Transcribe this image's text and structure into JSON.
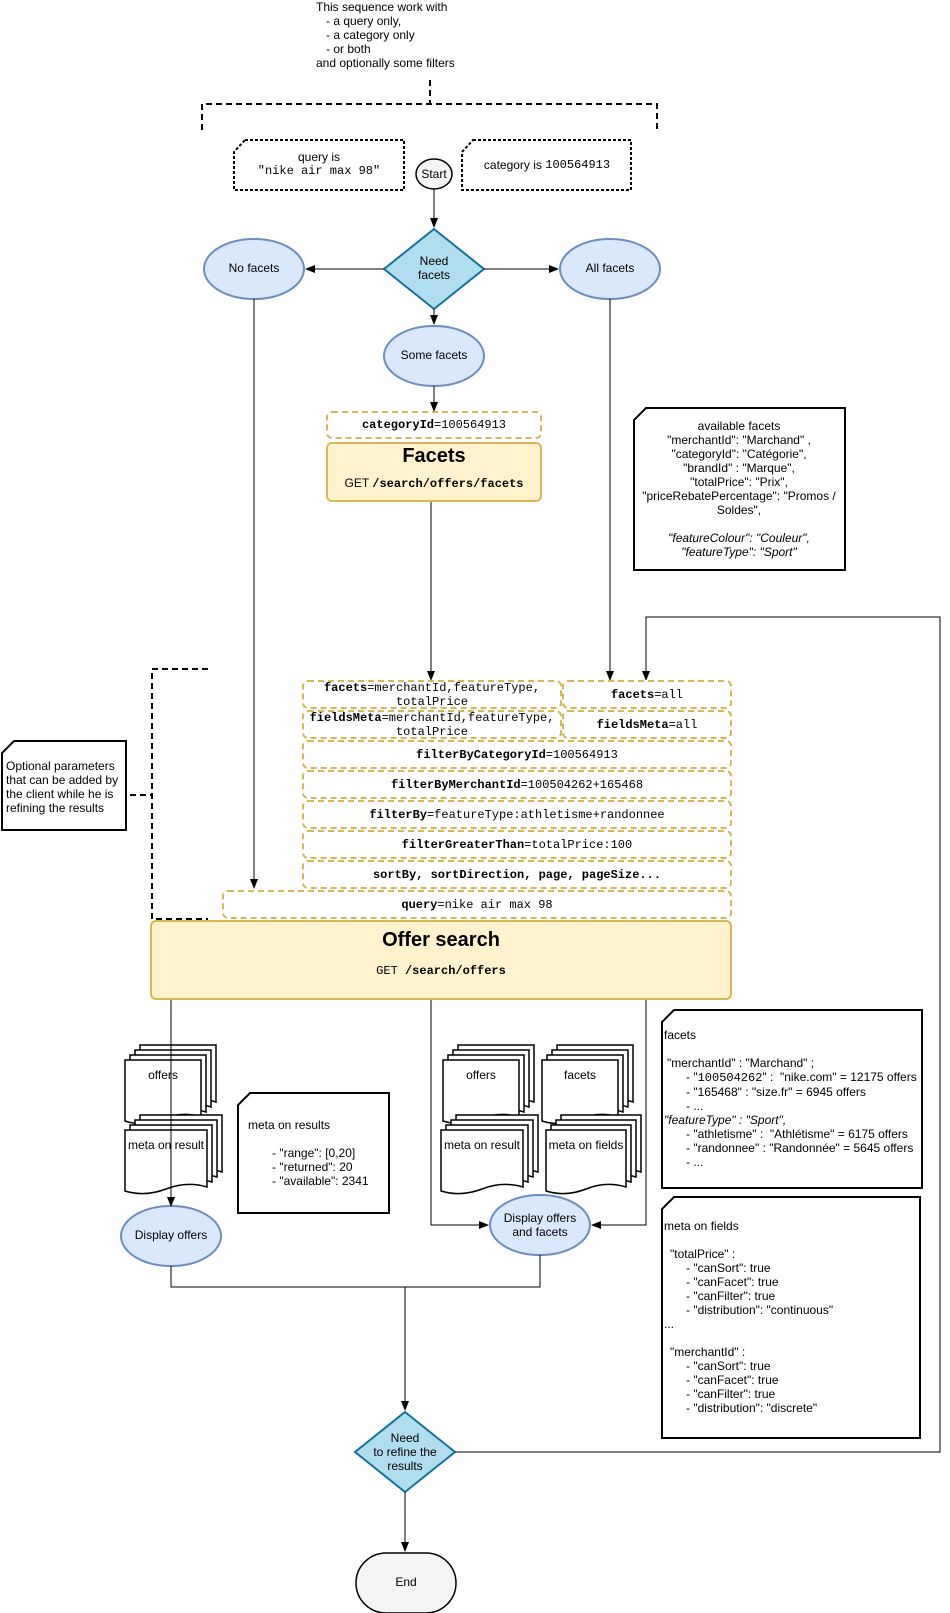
{
  "top_note": {
    "intro": "This sequence work with",
    "items": [
      "- a query only,",
      "- a category only",
      "- or both"
    ],
    "outro": "and optionally some filters"
  },
  "query_note": {
    "label": "query is",
    "value": "\"nike air max 98\""
  },
  "category_note": {
    "label": "category is ",
    "value": "100564913"
  },
  "start": "Start",
  "need_facets": {
    "line1": "Need",
    "line2": "facets"
  },
  "no_facets": "No facets",
  "all_facets": "All facets",
  "some_facets": "Some facets",
  "facets_api": {
    "param_name": "categoryId",
    "param_value": "=100564913",
    "title": "Facets",
    "method": "GET ",
    "path": "/search/offers/facets"
  },
  "available_facets_note": {
    "title": "available facets",
    "lines": [
      "\"merchantId\": \"Marchand\" ,",
      "\"categoryId\": \"Catégorie\",",
      "\"brandId\" : \"Marque\",",
      "\"totalPrice\": \"Prix\",",
      "\"priceRebatePercentage\": \"Promos /",
      "Soldes\","
    ],
    "italic_lines": [
      "\"featureColour\": \"Couleur\",",
      "\"featureType\": \"Sport\""
    ]
  },
  "params": {
    "facets_name": "facets",
    "facets_value_l1": "=merchantId,featureType,",
    "facets_value_l2": "totalPrice",
    "facets_all_name": "facets",
    "facets_all_value": "=all",
    "fieldsmeta_name": "fieldsMeta",
    "fieldsmeta_value_l1": "=merchantId,featureType,",
    "fieldsmeta_value_l2": "totalPrice",
    "fieldsmeta_all_name": "fieldsMeta",
    "fieldsmeta_all_value": "=all",
    "filter_category_name": "filterByCategoryId",
    "filter_category_value": "=100564913",
    "filter_merchant_name": "filterByMerchantId",
    "filter_merchant_value": "=100504262+165468",
    "filter_by_name": "filterBy",
    "filter_by_value": "=featureType:athletisme+randonnee",
    "filter_greater_name": "filterGreaterThan",
    "filter_greater_value": "=totalPrice:100",
    "sort_text": "sortBy, sortDirection, page, pageSize...",
    "query_name": "query",
    "query_value": "=nike air max 98"
  },
  "optional_note": {
    "lines": [
      "Optional parameters",
      "that can be added by",
      "the client while he is",
      "refining the results"
    ]
  },
  "offer_search_api": {
    "title": "Offer search",
    "method": "GET ",
    "path": "/search/offers"
  },
  "docs": {
    "offers_left": "offers",
    "meta_left": "meta on result",
    "offers_right": "offers",
    "facets_right": "facets",
    "meta_right": "meta on result",
    "meta_fields": "meta on fields"
  },
  "meta_results_note": {
    "title": "meta on results",
    "lines": [
      "- \"range\": [0,20]",
      "- \"returned\": 20",
      "- \"available\": 2341"
    ]
  },
  "display_offers": "Display offers",
  "display_offers_facets": {
    "line1": "Display offers",
    "line2": "and facets"
  },
  "facets_note": {
    "title": "facets",
    "merchant_line": "\"merchantId\" : \"Marchand\" ;",
    "m1_pre": "- \"",
    "m1_code": "100504262",
    "m1_post": "\" :  \"nike.com\" = 12175 offers",
    "m2": "- \"165468\" : \"size.fr\" = 6945 offers",
    "m3": "- ...",
    "feature_line": "\"featureType\" : \"Sport\",",
    "f1": "- \"athletisme\" :  \"Athlétisme\" = 6175 offers",
    "f2": "- \"randonnee\" : \"Randonnée\" = 5645 offers",
    "f3": "- ..."
  },
  "meta_fields_note": {
    "title": "meta on fields",
    "total": "\"totalPrice\" :",
    "total_lines": [
      "- \"canSort\": true",
      "- \"canFacet\": true",
      "- \"canFilter\": true",
      "- \"distribution\": \"continuous\""
    ],
    "ellipsis": "...",
    "merchant": "\"merchantId\" :",
    "merchant_lines": [
      "- \"canSort\": true",
      "- \"canFacet\": true",
      "- \"canFilter\": true",
      "- \"distribution\": \"discrete\""
    ]
  },
  "need_refine": {
    "line1": "Need",
    "line2": "to refine the",
    "line3": "results"
  },
  "end": "End",
  "colors": {
    "api_fill": "#fff2cc",
    "api_stroke": "#d6b656",
    "ellipse_fill": "#dae8fc",
    "ellipse_stroke": "#6c8ebf",
    "decision_fill": "#b1ddf0",
    "decision_stroke": "#10739e"
  }
}
